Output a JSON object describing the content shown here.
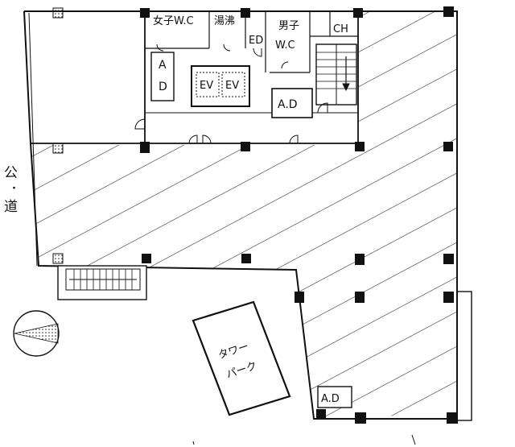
{
  "rooms": {
    "womens_wc": "女子W.C",
    "kitchenette": "湯沸",
    "ed": "ED",
    "mens_wc_line1": "男子",
    "mens_wc_line2": "W.C",
    "ch": "CH",
    "ad_left_line1": "A",
    "ad_left_line2": "D",
    "ev1": "EV",
    "ev2": "EV",
    "ad_right": "A.D",
    "ad_bottom": "A.D"
  },
  "tower_park": {
    "line1": "タワー",
    "line2": "パーク"
  },
  "road": {
    "char1": "公",
    "char2": "道"
  },
  "colors": {
    "ink": "#111111",
    "hatch": "#222222",
    "paper": "#ffffff",
    "pillar": "#111111"
  }
}
